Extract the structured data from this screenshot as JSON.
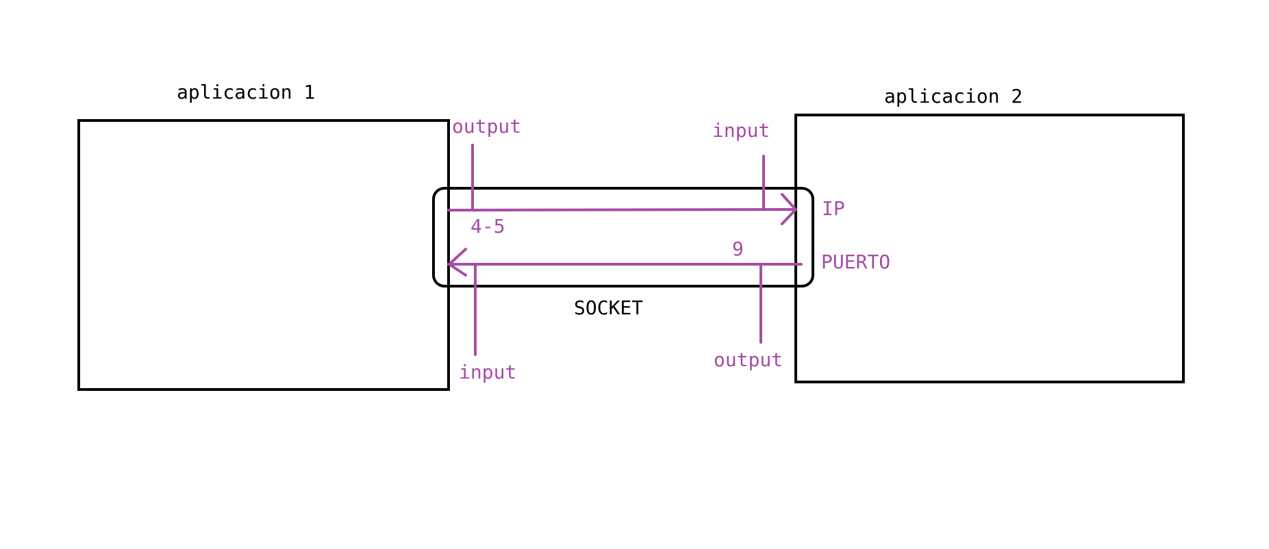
{
  "app1": {
    "title": "aplicacion 1"
  },
  "app2": {
    "title": "aplicacion 2"
  },
  "socket": {
    "label": "SOCKET"
  },
  "app1_output": {
    "label": "output"
  },
  "app1_input": {
    "label": "input"
  },
  "app2_input": {
    "label": "input"
  },
  "app2_output": {
    "label": "output"
  },
  "forward_channel": {
    "label": "4-5"
  },
  "return_channel": {
    "label": "9"
  },
  "ip": {
    "label": "IP"
  },
  "puerto": {
    "label": "PUERTO"
  },
  "colors": {
    "boxes": "#000000",
    "connections": "#a64ca6"
  }
}
